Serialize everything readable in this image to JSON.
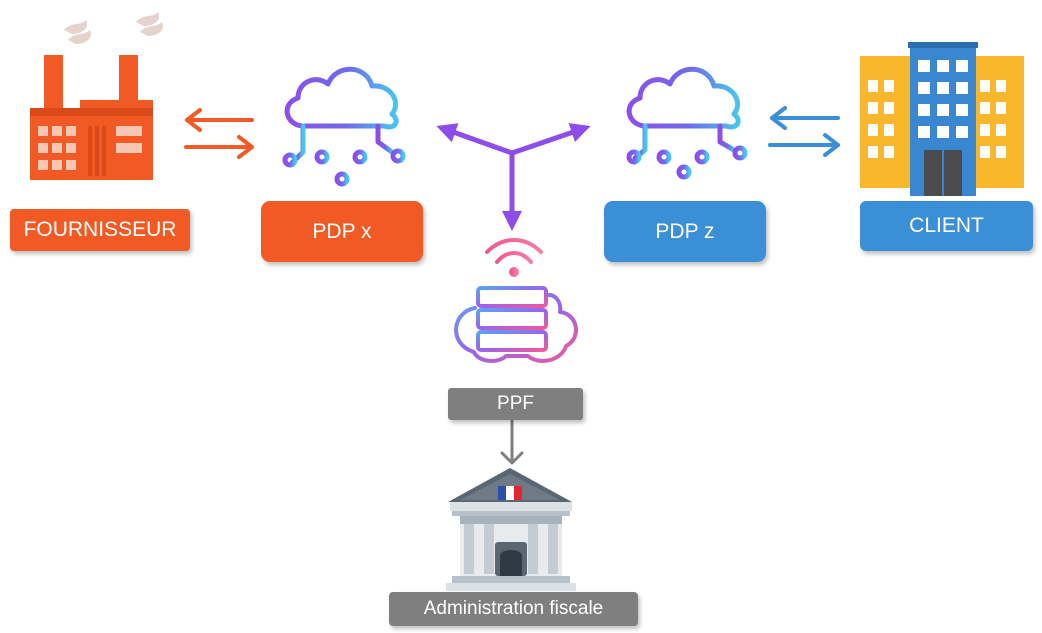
{
  "labels": {
    "fournisseur": "FOURNISSEUR",
    "pdp_x": "PDP x",
    "pdp_z": "PDP z",
    "client": "CLIENT",
    "ppf": "PPF",
    "admin": "Administration fiscale"
  },
  "colors": {
    "orange": "#F15A24",
    "blue": "#3A8FD6",
    "purple": "#8E4DEB",
    "gray": "#7F7F7F",
    "factory_smoke": "#E6D3CE",
    "building_yellow": "#F9B72C",
    "building_blue": "#3A87D1",
    "building_gray": "#4B4B4D"
  },
  "icons": [
    "factory-icon",
    "cloud-network-icon",
    "server-cloud-icon",
    "building-icon",
    "government-building-icon",
    "french-flag-icon"
  ]
}
